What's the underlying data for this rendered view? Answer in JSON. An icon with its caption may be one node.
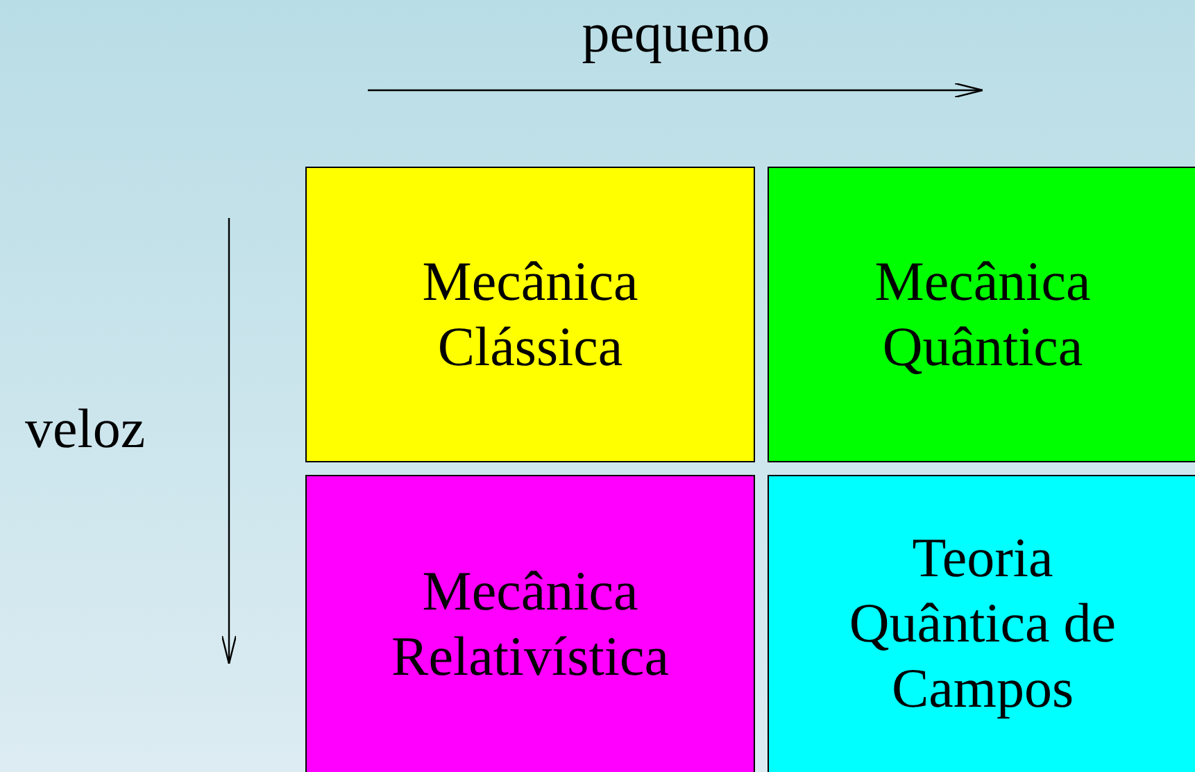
{
  "diagram": {
    "nodes": [
      {
        "text": [
          "Mecânica Clássica"
        ]
      },
      {
        "text": [
          "Mecânica Quântica"
        ]
      },
      {
        "text": [
          "Mecânica Relativística"
        ]
      },
      {
        "text": [
          "Teoria Quântica de Campos"
        ]
      }
    ],
    "labels": [
      "pequeno",
      "veloz"
    ]
  }
}
